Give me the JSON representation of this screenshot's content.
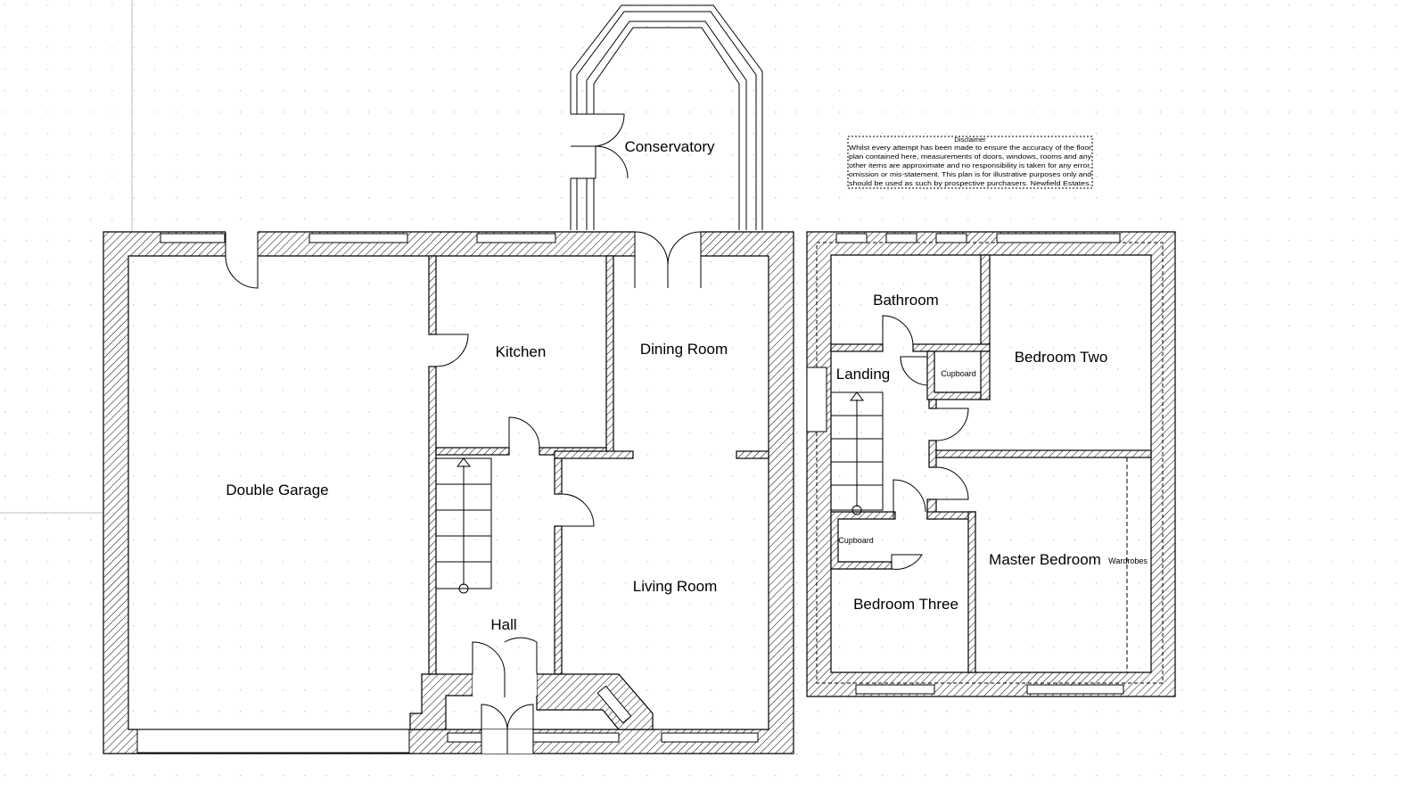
{
  "ground_floor": {
    "rooms": {
      "double_garage": "Double Garage",
      "kitchen": "Kitchen",
      "dining_room": "Dining Room",
      "conservatory": "Conservatory",
      "hall": "Hall",
      "living_room": "Living Room"
    }
  },
  "first_floor": {
    "rooms": {
      "bathroom": "Bathroom",
      "landing": "Landing",
      "bedroom_two": "Bedroom Two",
      "master_bedroom": "Master Bedroom",
      "bedroom_three": "Bedroom Three",
      "cupboard_upper": "Cupboard",
      "cupboard_lower": "Cupboard",
      "wardrobes": "Wardrobes"
    }
  },
  "disclaimer": {
    "title": "Disclaimer",
    "lines": [
      "Whilst every attempt has been made to ensure the accuracy of the floor",
      "plan contained here, measurements of doors, windows, rooms and any",
      "other items are approximate and no responsibility is taken for any error,",
      "omission or mis-statement. This plan is for illustrative purposes only and",
      "should be used as such by prospective purchasers. Newfield Estates."
    ]
  },
  "colors": {
    "background": "#ffffff",
    "line": "#000000",
    "grid_dot": "#c8c8c8"
  }
}
